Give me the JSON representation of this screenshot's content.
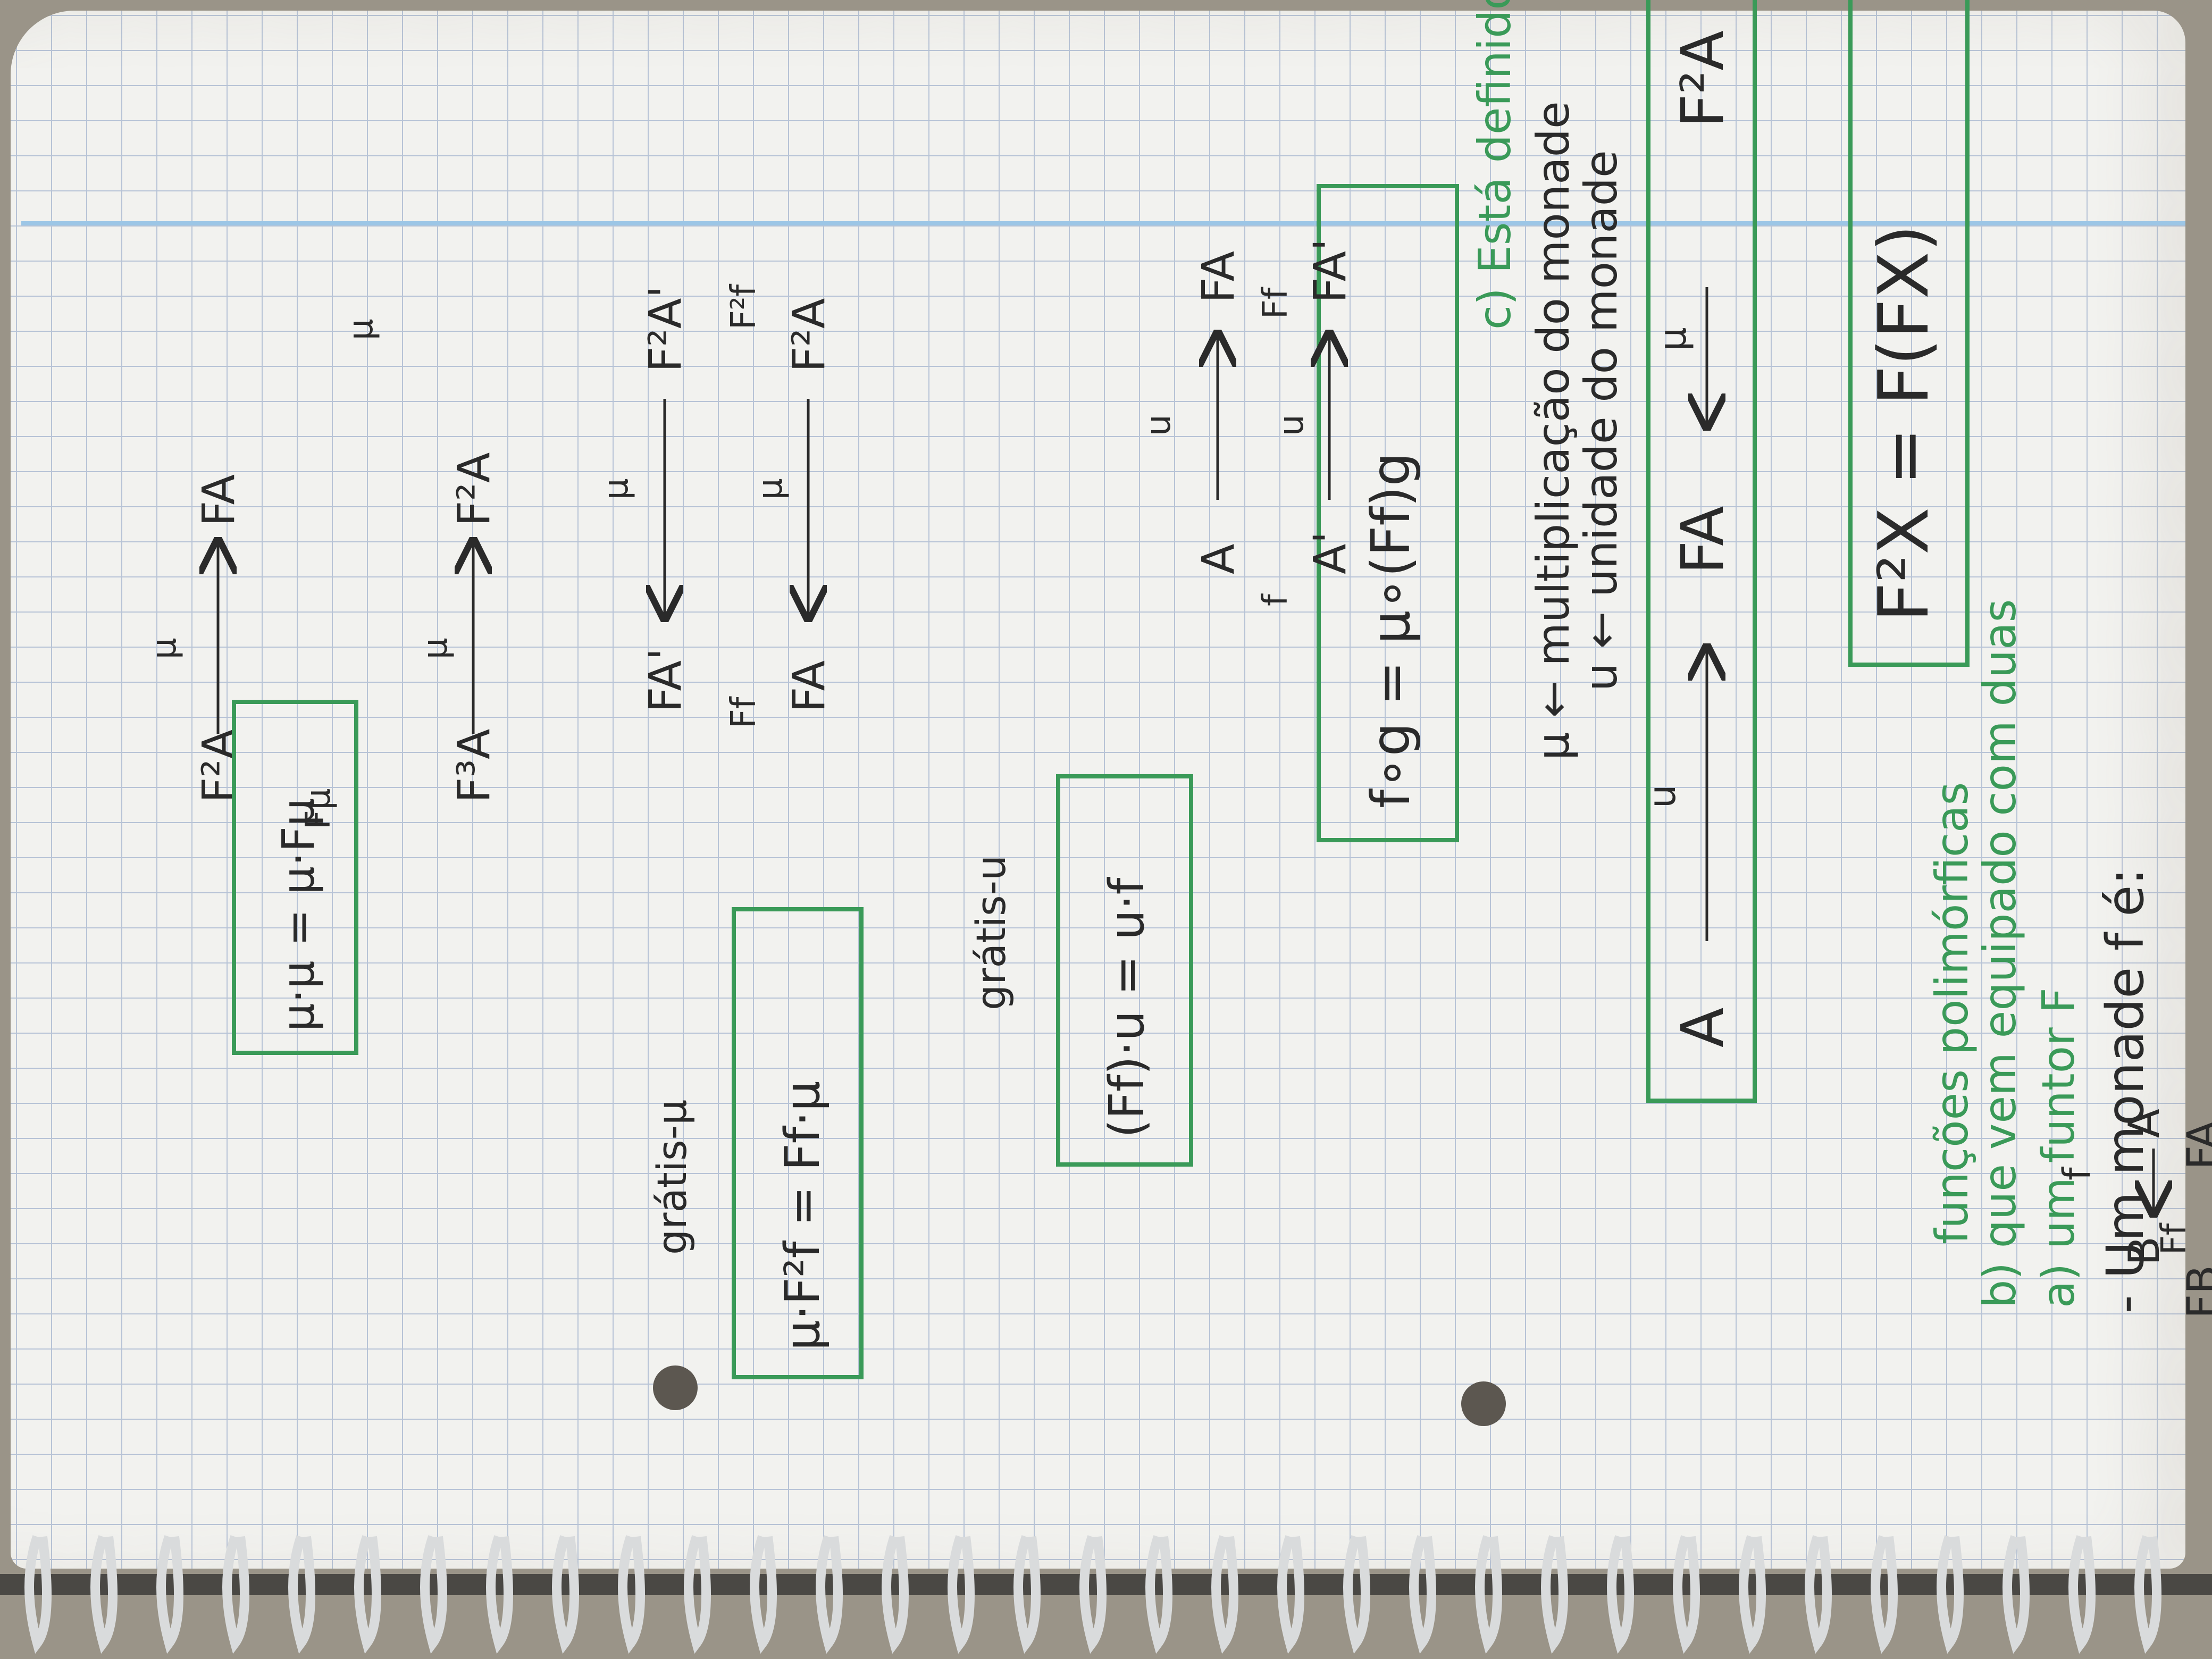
{
  "heading": "- Um monade f é:",
  "item_a": "a) um funtor F",
  "item_b_1": "b) que vem equipado com duas",
  "item_b_2": "funções polimórficas",
  "functor": {
    "A": "A",
    "B": "B",
    "f": "f",
    "FA": "FA",
    "FB": "FB",
    "Ff": "Ff"
  },
  "box_def": "F²X = F(FX)",
  "box_arrows": {
    "F2A": "F²A",
    "mu": "μ",
    "FA": "FA",
    "u": "u",
    "A": "A"
  },
  "unit_line": "u ← unidade do monade",
  "mult_line": "μ ← multiplicação do monade",
  "item_c": "c) Está definido",
  "compose_formula": "f∘g = μ∘(Ff)g",
  "natural_u": {
    "FA": "FA",
    "u": "u",
    "A": "A",
    "Ff": "Ff",
    "f": "f",
    "FA2": "FA'",
    "u2": "u",
    "A2": "A'"
  },
  "law_u": "(Ff)·u = u·f",
  "law_u_note": "grátis-u",
  "natural_mu": {
    "F2A": "F²A",
    "mu": "μ",
    "FA": "FA",
    "F2f": "F²f",
    "Ff": "Ff",
    "F2A2": "F²A'",
    "mu2": "μ",
    "FA2": "FA'"
  },
  "law_mu": "μ·F²f = Ff·μ",
  "law_mu_note": "grátis-μ",
  "assoc": {
    "F2A": "F²A",
    "mu_top": "μ",
    "F3A": "F³A",
    "mu_left": "μ",
    "Fmu": "Fμ",
    "FA": "FA",
    "mu_bottom": "μ",
    "F2A2": "F²A"
  },
  "law_assoc": "μ·μ = μ·Fμ",
  "colors": {
    "green": "#3a9a58",
    "ink": "#2a2a2a",
    "grid": "#b7c3d6",
    "margin": "#9cc6e6"
  }
}
